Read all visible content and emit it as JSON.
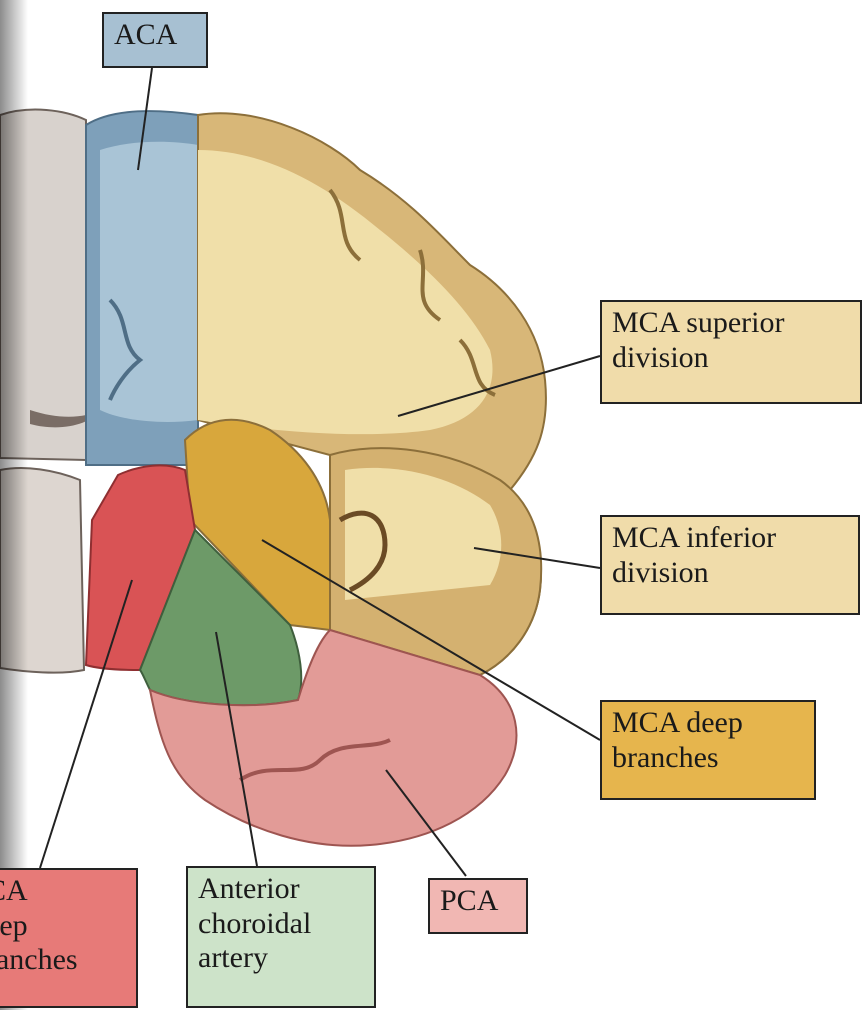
{
  "labels": {
    "aca": "ACA",
    "mca_superior": "MCA superior\ndivision",
    "mca_inferior": "MCA inferior\ndivision",
    "mca_deep": "MCA deep\nbranches",
    "lenticulostriate": "CA\neep\nranches",
    "anterior_choroidal": "Anterior\nchoroidal\nartery",
    "pca": "PCA"
  },
  "colors": {
    "aca": "#a7c0d2",
    "mca_superior": "#f0dcaa",
    "mca_inferior": "#f0dcaa",
    "mca_deep": "#e6b54d",
    "lenticulostriate": "#e77a78",
    "anterior_choroidal": "#cde3c9",
    "pca": "#f1b7b3",
    "cortex_mca": "#d8b778",
    "white_matter_mca": "#f0dfa9",
    "cortex_aca": "#7ea0ba",
    "white_matter_aca": "#a9c4d6",
    "deep_gold": "#d8a73c",
    "lsa_red": "#d95355",
    "ach_green": "#6d9a68",
    "pca_pink": "#e29b97",
    "other_hemisphere": "#d8d2cd"
  }
}
